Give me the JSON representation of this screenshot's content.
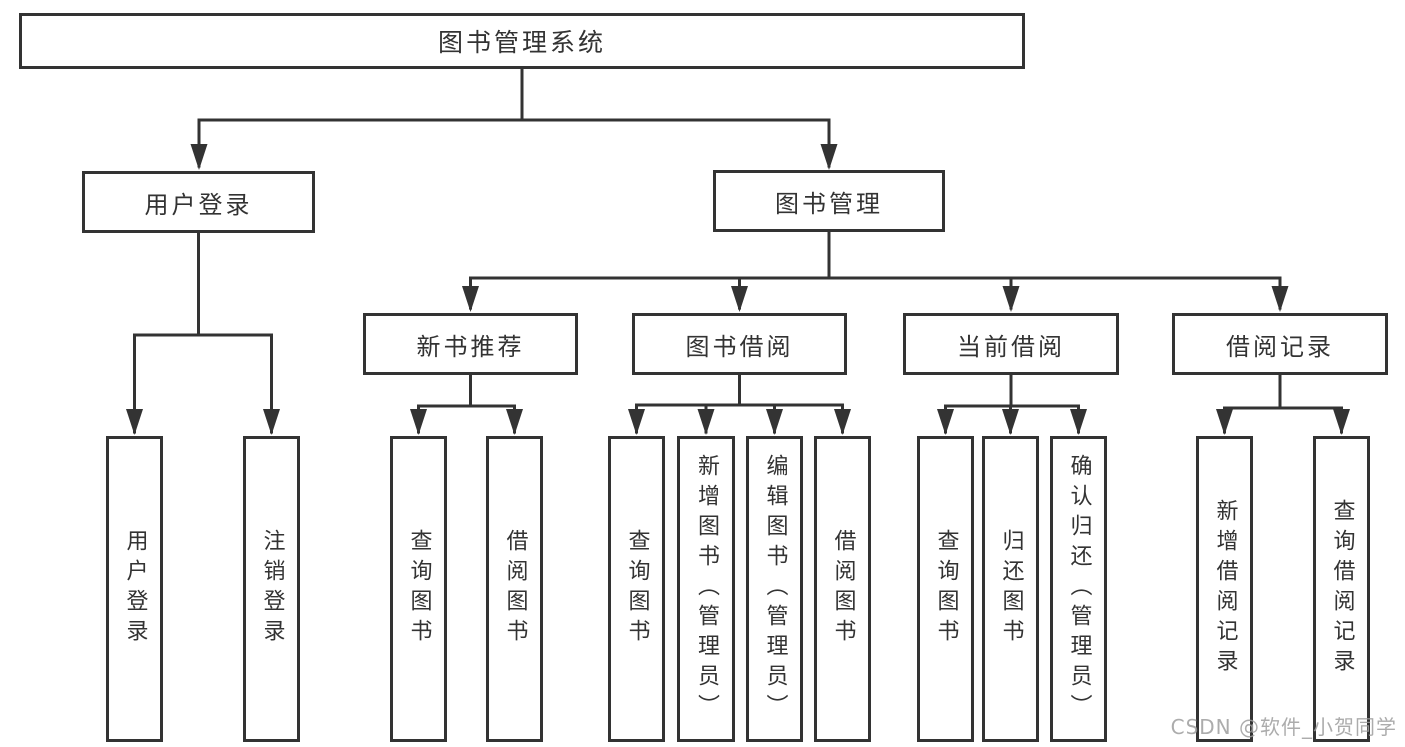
{
  "diagram": {
    "type": "hierarchy-tree",
    "colors": {
      "line": "#333333",
      "box_border": "#333333",
      "box_bg": "#ffffff",
      "text": "#333333",
      "watermark": "#9e9e9e"
    },
    "nodes": {
      "root": {
        "label": "图书管理系统"
      },
      "userLogin": {
        "label": "用户登录"
      },
      "bookMgmt": {
        "label": "图书管理"
      },
      "newBookRec": {
        "label": "新书推荐"
      },
      "bookBorrow": {
        "label": "图书借阅"
      },
      "currentBorrow": {
        "label": "当前借阅"
      },
      "borrowRecord": {
        "label": "借阅记录"
      },
      "leafUserLogin": {
        "label": "用户登录"
      },
      "leafLogout": {
        "label": "注销登录"
      },
      "leafQueryBook1": {
        "label": "查询图书"
      },
      "leafBorrowBook1": {
        "label": "借阅图书"
      },
      "leafQueryBook2": {
        "label": "查询图书"
      },
      "leafAddBook": {
        "label": "新增图书（管理员）"
      },
      "leafEditBook": {
        "label": "编辑图书（管理员）"
      },
      "leafBorrowBook2": {
        "label": "借阅图书"
      },
      "leafQueryBook3": {
        "label": "查询图书"
      },
      "leafReturnBook": {
        "label": "归还图书"
      },
      "leafConfirmReturn": {
        "label": "确认归还（管理员）"
      },
      "leafAddRecord": {
        "label": "新增借阅记录"
      },
      "leafQueryRecord": {
        "label": "查询借阅记录"
      }
    },
    "edges": [
      [
        "root",
        "userLogin"
      ],
      [
        "root",
        "bookMgmt"
      ],
      [
        "userLogin",
        "leafUserLogin"
      ],
      [
        "userLogin",
        "leafLogout"
      ],
      [
        "bookMgmt",
        "newBookRec"
      ],
      [
        "bookMgmt",
        "bookBorrow"
      ],
      [
        "bookMgmt",
        "currentBorrow"
      ],
      [
        "bookMgmt",
        "borrowRecord"
      ],
      [
        "newBookRec",
        "leafQueryBook1"
      ],
      [
        "newBookRec",
        "leafBorrowBook1"
      ],
      [
        "bookBorrow",
        "leafQueryBook2"
      ],
      [
        "bookBorrow",
        "leafAddBook"
      ],
      [
        "bookBorrow",
        "leafEditBook"
      ],
      [
        "bookBorrow",
        "leafBorrowBook2"
      ],
      [
        "currentBorrow",
        "leafQueryBook3"
      ],
      [
        "currentBorrow",
        "leafReturnBook"
      ],
      [
        "currentBorrow",
        "leafConfirmReturn"
      ],
      [
        "borrowRecord",
        "leafAddRecord"
      ],
      [
        "borrowRecord",
        "leafQueryRecord"
      ]
    ]
  },
  "watermark": {
    "text": "CSDN @软件_小贺同学"
  }
}
